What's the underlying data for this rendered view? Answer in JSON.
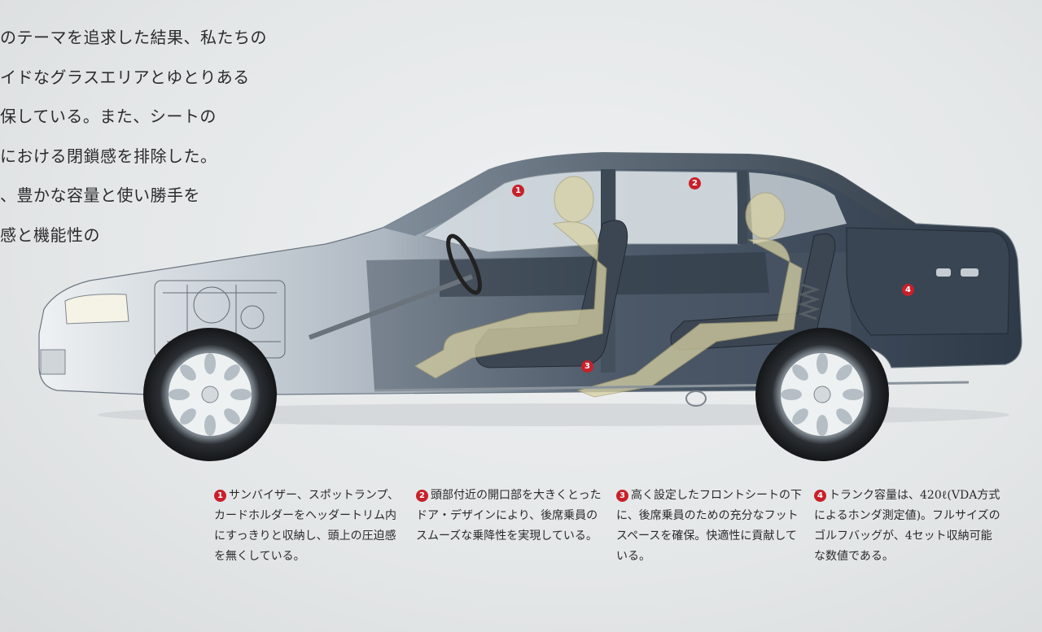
{
  "intro_lines": [
    "のテーマを追求した結果、私たちの",
    "イドなグラスエリアとゆとりある",
    "保している。また、シートの",
    "における閉鎖感を排除した。",
    "、豊かな容量と使い勝手を",
    "感と機能性の"
  ],
  "markers": [
    "1",
    "2",
    "3",
    "4"
  ],
  "captions": [
    {
      "num": "1",
      "text": "サンバイザー、スポットランプ、カードホルダーをヘッダートリム内にすっきりと収納し、頭上の圧迫感を無くしている。"
    },
    {
      "num": "2",
      "text": "頭部付近の開口部を大きくとったドア・デザインにより、後席乗員のスムーズな乗降性を実現している。"
    },
    {
      "num": "3",
      "text": "高く設定したフロントシートの下に、後席乗員のための充分なフットスペースを確保。快適性に貢献している。"
    },
    {
      "num": "4",
      "text": "トランク容量は、420ℓ(VDA方式によるホンダ測定値)。フルサイズのゴルフバッグが、4セット収納可能な数値である。"
    }
  ],
  "colors": {
    "marker": "#c8202a",
    "body": "#3a4656",
    "glass": "#cfd8de",
    "seat": "#d9d3a8"
  }
}
